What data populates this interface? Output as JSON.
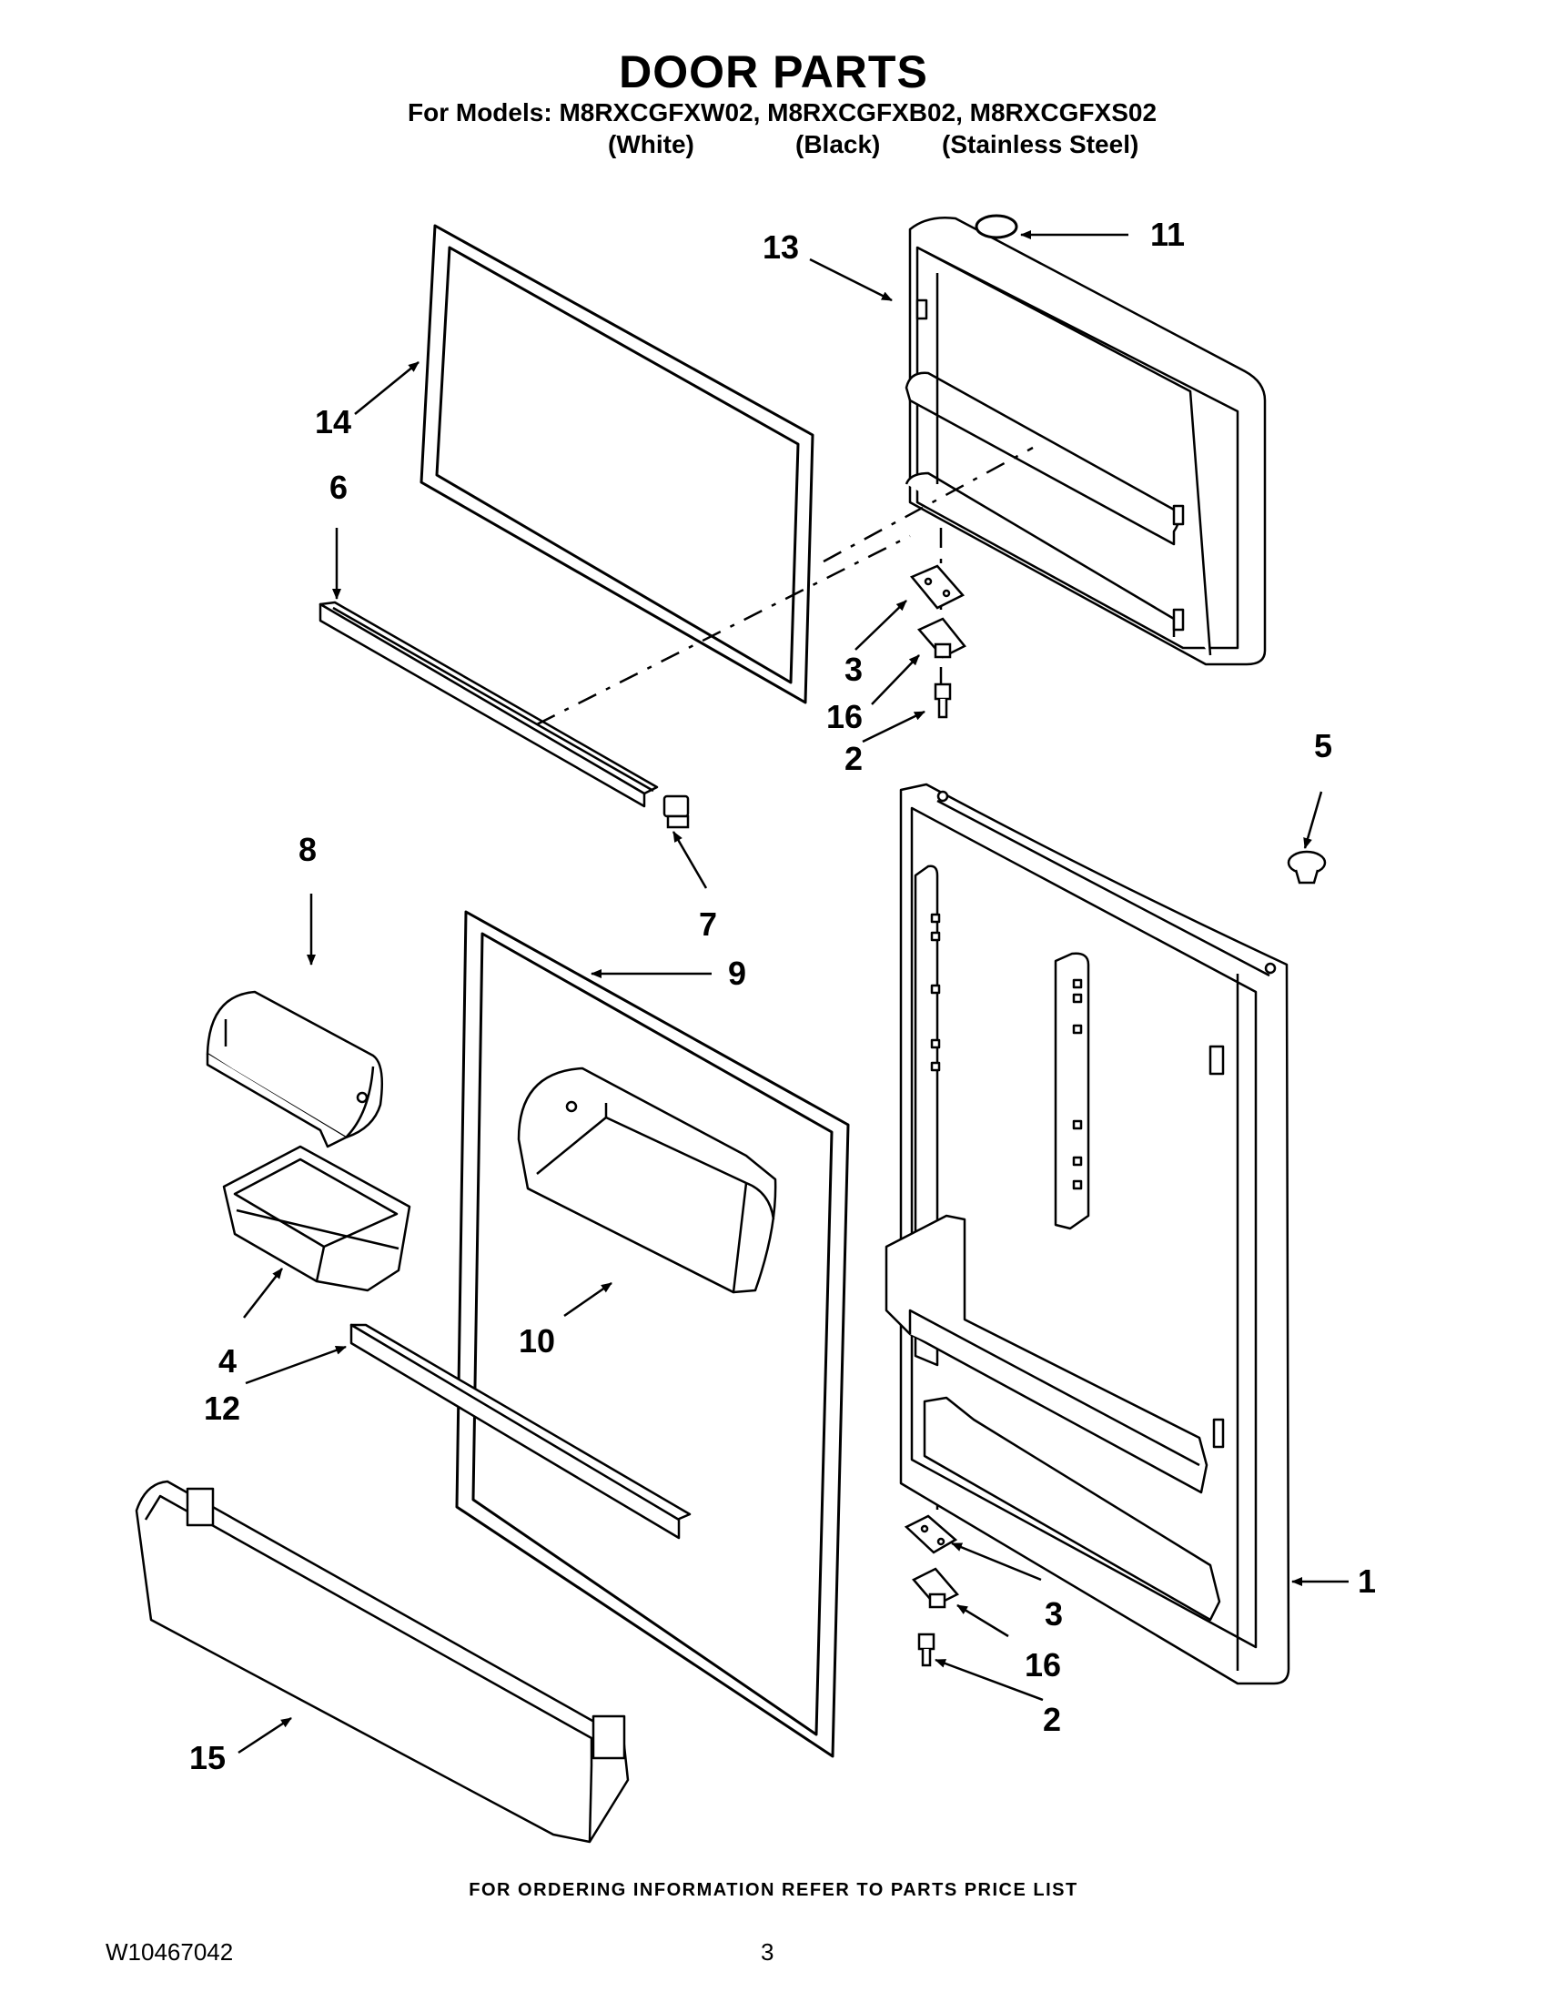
{
  "header": {
    "title": "DOOR PARTS",
    "models_line": "For Models: M8RXCGFXW02, M8RXCGFXB02, M8RXCGFXS02",
    "variants": [
      "(White)",
      "(Black)",
      "(Stainless Steel)"
    ]
  },
  "callouts": {
    "c1": "1",
    "c2a": "2",
    "c2b": "2",
    "c3a": "3",
    "c3b": "3",
    "c4": "4",
    "c5": "5",
    "c6": "6",
    "c7": "7",
    "c8": "8",
    "c9": "9",
    "c10": "10",
    "c11": "11",
    "c12": "12",
    "c13": "13",
    "c14": "14",
    "c15": "15",
    "c16a": "16",
    "c16b": "16"
  },
  "footer": {
    "ordering_note": "FOR ORDERING INFORMATION REFER TO PARTS PRICE LIST",
    "doc_number": "W10467042",
    "page_number": "3"
  }
}
